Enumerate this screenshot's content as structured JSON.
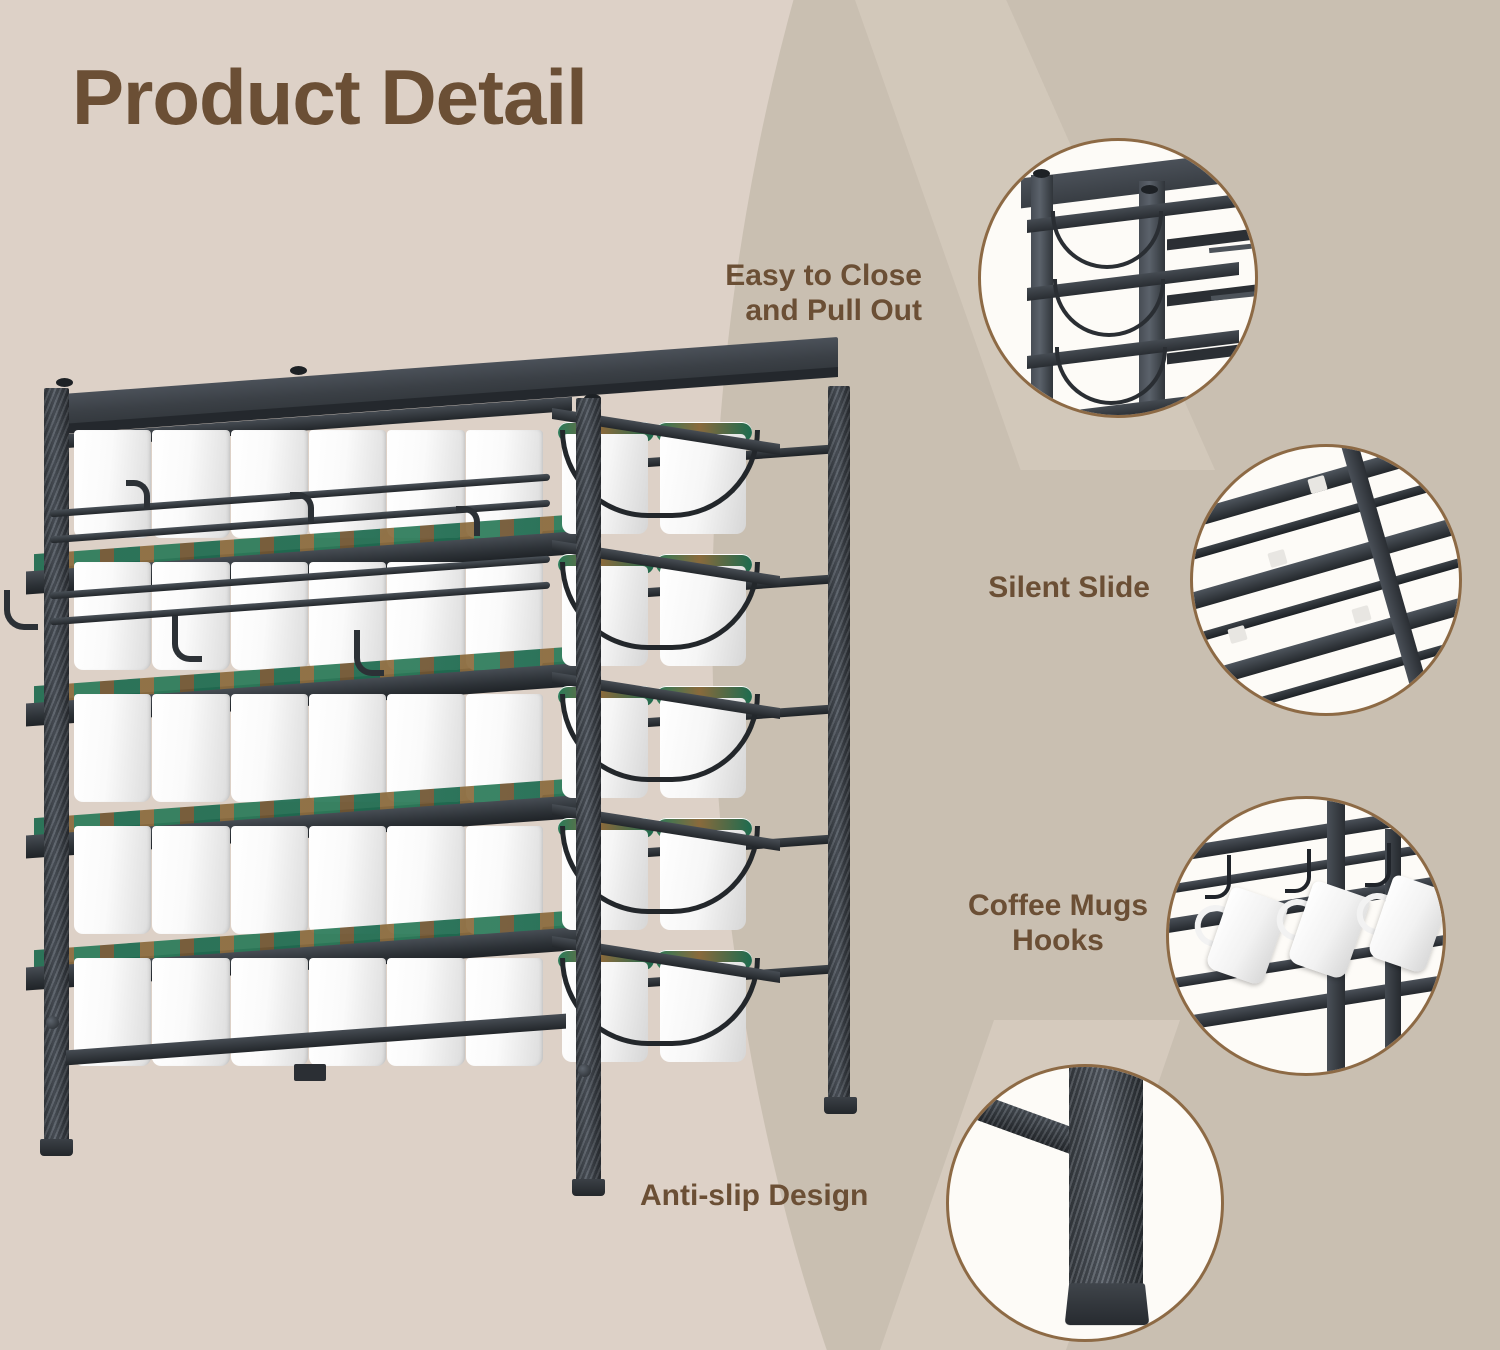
{
  "page": {
    "title": "Product Detail",
    "background_left_color": "#ddd1c7",
    "background_right_color": "#c9bfb1",
    "title_color": "#6b4f35"
  },
  "features": [
    {
      "id": "easy-close",
      "label": "Easy to Close\nand Pull Out",
      "callout_icon": "rack-drawer-closeup"
    },
    {
      "id": "silent-slide",
      "label": "Silent Slide",
      "callout_icon": "slide-rail-closeup"
    },
    {
      "id": "coffee-mugs-hooks",
      "label": "Coffee Mugs\nHooks",
      "callout_icon": "mug-hooks-closeup"
    },
    {
      "id": "anti-slip-design",
      "label": "Anti-slip Design",
      "callout_icon": "leg-foot-closeup"
    }
  ],
  "product": {
    "name": "coffee-pod-storage-rack",
    "tiers": 5,
    "pods_per_front_row": 6,
    "side_pods_per_tier": 2,
    "frame_color": "#3c4147",
    "pod_color": "#ffffff",
    "pod_lid_colors": [
      "#1d6b4f",
      "#8a6a3c"
    ],
    "mug_hooks": 4
  }
}
